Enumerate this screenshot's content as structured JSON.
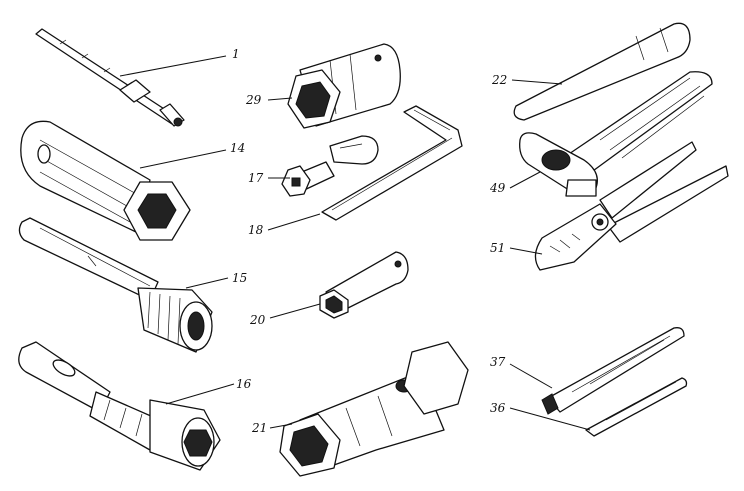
{
  "tools": [
    {
      "id": "t1",
      "label": "1"
    },
    {
      "id": "t14",
      "label": "14"
    },
    {
      "id": "t15",
      "label": "15"
    },
    {
      "id": "t16",
      "label": "16"
    },
    {
      "id": "t29",
      "label": "29"
    },
    {
      "id": "t17",
      "label": "17"
    },
    {
      "id": "t18",
      "label": "18"
    },
    {
      "id": "t20",
      "label": "20"
    },
    {
      "id": "t21",
      "label": "21"
    },
    {
      "id": "t22",
      "label": "22"
    },
    {
      "id": "t49",
      "label": "49"
    },
    {
      "id": "t51",
      "label": "51"
    },
    {
      "id": "t37",
      "label": "37"
    },
    {
      "id": "t36",
      "label": "36"
    }
  ]
}
